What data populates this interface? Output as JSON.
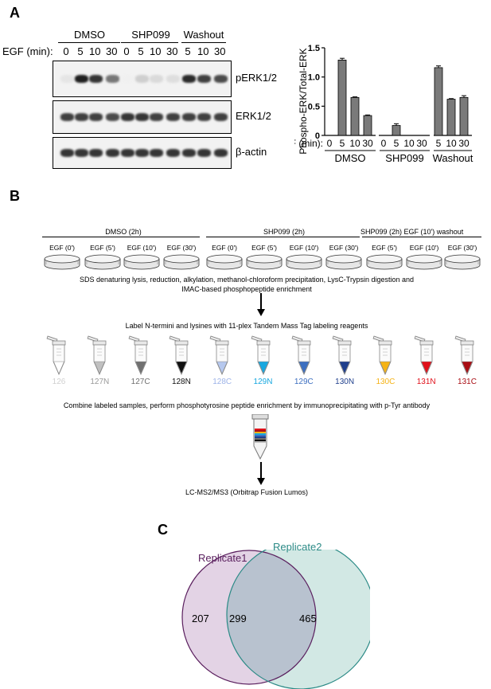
{
  "panelA": {
    "label": "A",
    "groups": [
      "DMSO",
      "SHP099",
      "Washout"
    ],
    "egf_label": "EGF (min):",
    "timepoints": [
      [
        "0",
        "5",
        "10",
        "30"
      ],
      [
        "0",
        "5",
        "10",
        "30"
      ],
      [
        "5",
        "10",
        "30"
      ]
    ],
    "blots": [
      {
        "name": "pERK1/2",
        "intensity": [
          0.05,
          0.95,
          0.85,
          0.55,
          0,
          0.15,
          0.1,
          0.08,
          0.9,
          0.8,
          0.75
        ]
      },
      {
        "name": "ERK1/2",
        "intensity": [
          0.8,
          0.8,
          0.8,
          0.75,
          0.85,
          0.85,
          0.8,
          0.8,
          0.8,
          0.8,
          0.8
        ]
      },
      {
        "name": "β-actin",
        "intensity": [
          0.85,
          0.85,
          0.85,
          0.85,
          0.85,
          0.85,
          0.85,
          0.85,
          0.85,
          0.85,
          0.85
        ]
      }
    ]
  },
  "chart_data": {
    "type": "bar",
    "ylabel": "Phospho-ERK/Total-ERK",
    "ylim": [
      0,
      1.5
    ],
    "yticks": [
      "0",
      "0.5",
      "1.0",
      "1.5"
    ],
    "xlabel": "EGF (min):",
    "categories": [
      "0",
      "5",
      "10",
      "30",
      "0",
      "5",
      "10",
      "30",
      "5",
      "10",
      "30"
    ],
    "groups": [
      "DMSO",
      "SHP099",
      "Washout"
    ],
    "values": [
      0.0,
      1.29,
      0.65,
      0.34,
      0.0,
      0.17,
      0.0,
      0.0,
      1.16,
      0.62,
      0.65
    ],
    "errors": [
      0,
      0.03,
      0.01,
      0.01,
      0,
      0.03,
      0,
      0,
      0.03,
      0.01,
      0.03
    ],
    "bar_color": "#7a7a7a"
  },
  "panelB": {
    "label": "B",
    "headers": [
      "DMSO (2h)",
      "SHP099 (2h)",
      "SHP099 (2h) EGF (10') washout"
    ],
    "dishes": [
      "EGF (0')",
      "EGF (5')",
      "EGF (10')",
      "EGF (30')",
      "EGF (0')",
      "EGF (5')",
      "EGF (10')",
      "EGF (30')",
      "EGF (5')",
      "EGF (10')",
      "EGF (30')"
    ],
    "step1_line1": "SDS denaturing lysis, reduction, alkylation, methanol-chloroform precipitation, LysC-Trypsin digestion and",
    "step1_line2": "IMAC-based phosphopeptide enrichment",
    "step2": "Label N-termini and lysines with 11-plex Tandem Mass Tag labeling reagents",
    "tubes": [
      {
        "label": "126",
        "color": "#ffffff",
        "text": "#d0d0d0"
      },
      {
        "label": "127N",
        "color": "#c0c0c0",
        "text": "#9a9a9a"
      },
      {
        "label": "127C",
        "color": "#707070",
        "text": "#707070"
      },
      {
        "label": "128N",
        "color": "#111111",
        "text": "#111111"
      },
      {
        "label": "128C",
        "color": "#b6c8ee",
        "text": "#9db3e8"
      },
      {
        "label": "129N",
        "color": "#18a8e0",
        "text": "#18a8e0"
      },
      {
        "label": "129C",
        "color": "#3d6fc0",
        "text": "#3d6fc0"
      },
      {
        "label": "130N",
        "color": "#1f3f8c",
        "text": "#1f3f8c"
      },
      {
        "label": "130C",
        "color": "#f5b316",
        "text": "#f5b316"
      },
      {
        "label": "131N",
        "color": "#e0101a",
        "text": "#e0101a"
      },
      {
        "label": "131C",
        "color": "#a90e14",
        "text": "#a90e14"
      }
    ],
    "step3": "Combine labeled samples, perform phosphotyrosine peptide enrichment by immunoprecipitating with p-Tyr antibody",
    "step4": "LC-MS2/MS3 (Orbitrap Fusion Lumos)"
  },
  "panelC": {
    "label": "C",
    "set1": "Replicate1",
    "set2": "Replicate2",
    "only1": "207",
    "both": "299",
    "only2": "465",
    "color1": "#5a1f5e",
    "color2": "#2b8a86",
    "fill1": "#e3d3e5",
    "fill2": "#d2e8e4",
    "fillBoth": "#b8c2cf"
  }
}
